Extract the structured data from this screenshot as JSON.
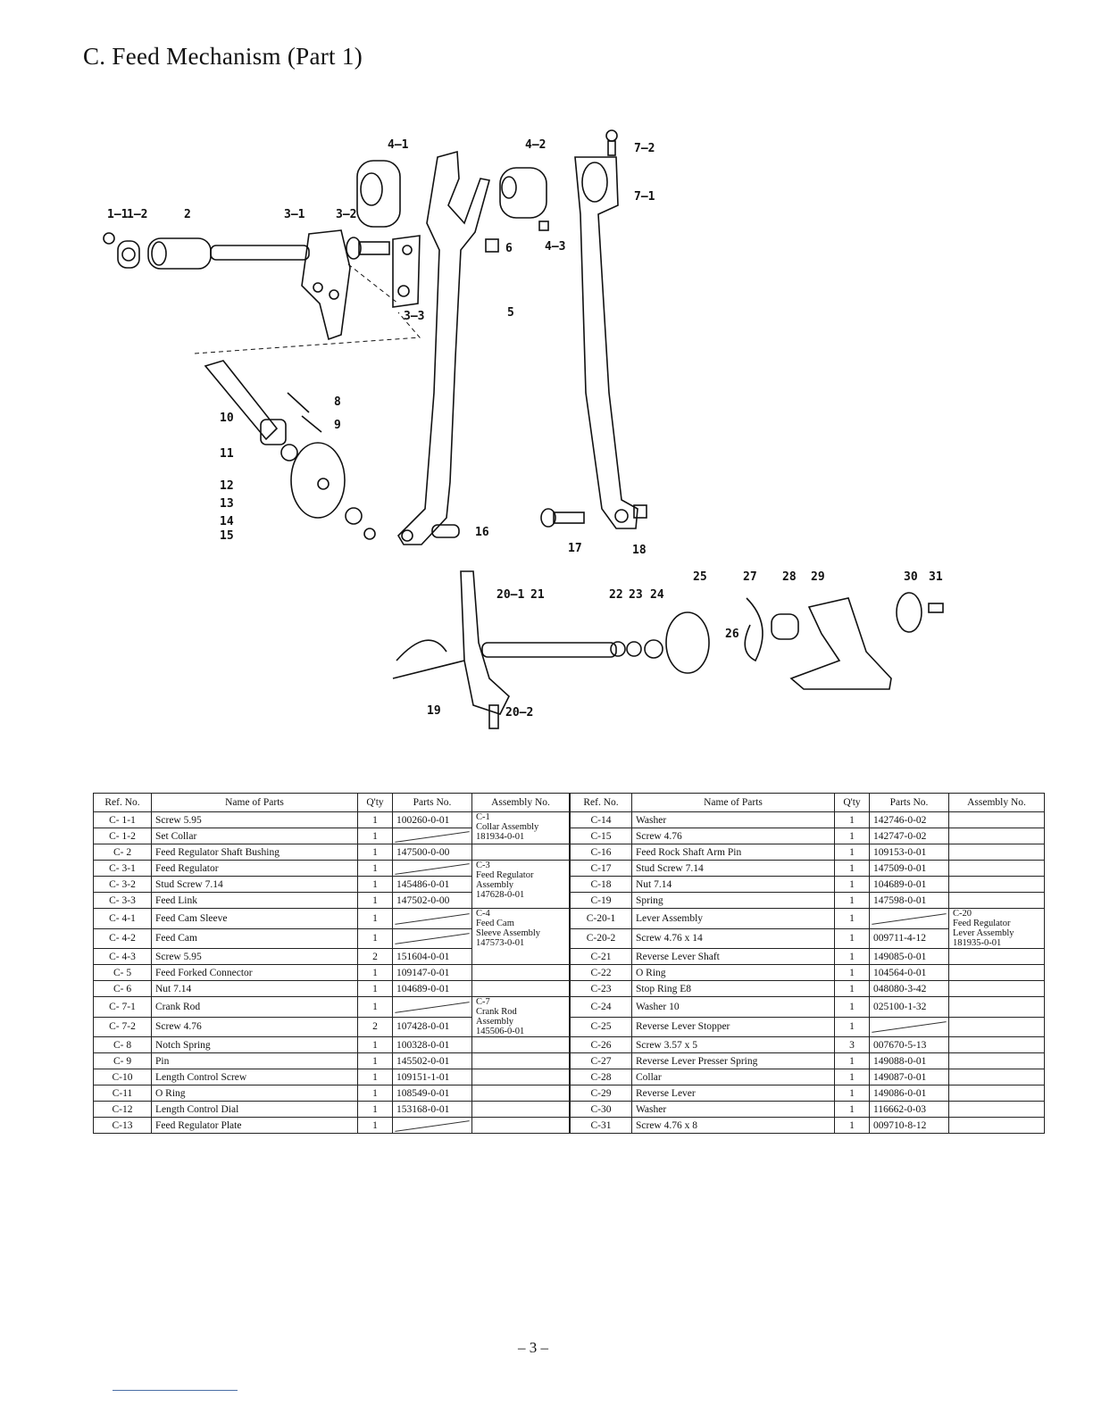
{
  "page": {
    "title": "C.  Feed Mechanism (Part 1)",
    "page_number": "– 3 –"
  },
  "diagram": {
    "labels": [
      "1-1",
      "1-2",
      "2",
      "3-1",
      "3-2",
      "3-3",
      "4-1",
      "4-2",
      "4-3",
      "5",
      "6",
      "7-1",
      "7-2",
      "8",
      "9",
      "10",
      "11",
      "12",
      "13",
      "14",
      "15",
      "16",
      "17",
      "18",
      "19",
      "20-1",
      "20-2",
      "21",
      "22",
      "23",
      "24",
      "25",
      "26",
      "27",
      "28",
      "29",
      "30",
      "31"
    ]
  },
  "table": {
    "headers": [
      "Ref. No.",
      "Name of Parts",
      "Q'ty",
      "Parts No.",
      "Assembly No.",
      "Ref. No.",
      "Name of Parts",
      "Q'ty",
      "Parts No.",
      "Assembly No."
    ],
    "left": [
      {
        "ref": "C- 1-1",
        "name": "Screw 5.95",
        "qty": "1",
        "parts": "100260-0-01"
      },
      {
        "ref": "C- 1-2",
        "name": "Set Collar",
        "qty": "1",
        "parts": ""
      },
      {
        "ref": "C- 2",
        "name": "Feed Regulator Shaft Bushing",
        "qty": "1",
        "parts": "147500-0-00"
      },
      {
        "ref": "C- 3-1",
        "name": "Feed Regulator",
        "qty": "1",
        "parts": ""
      },
      {
        "ref": "C- 3-2",
        "name": "Stud Screw 7.14",
        "qty": "1",
        "parts": "145486-0-01"
      },
      {
        "ref": "C- 3-3",
        "name": "Feed Link",
        "qty": "1",
        "parts": "147502-0-00"
      },
      {
        "ref": "C- 4-1",
        "name": "Feed Cam Sleeve",
        "qty": "1",
        "parts": ""
      },
      {
        "ref": "C- 4-2",
        "name": "Feed Cam",
        "qty": "1",
        "parts": ""
      },
      {
        "ref": "C- 4-3",
        "name": "Screw 5.95",
        "qty": "2",
        "parts": "151604-0-01"
      },
      {
        "ref": "C- 5",
        "name": "Feed Forked Connector",
        "qty": "1",
        "parts": "109147-0-01"
      },
      {
        "ref": "C- 6",
        "name": "Nut 7.14",
        "qty": "1",
        "parts": "104689-0-01"
      },
      {
        "ref": "C- 7-1",
        "name": "Crank Rod",
        "qty": "1",
        "parts": ""
      },
      {
        "ref": "C- 7-2",
        "name": "Screw 4.76",
        "qty": "2",
        "parts": "107428-0-01"
      },
      {
        "ref": "C- 8",
        "name": "Notch Spring",
        "qty": "1",
        "parts": "100328-0-01"
      },
      {
        "ref": "C- 9",
        "name": "Pin",
        "qty": "1",
        "parts": "145502-0-01"
      },
      {
        "ref": "C-10",
        "name": "Length Control Screw",
        "qty": "1",
        "parts": "109151-1-01"
      },
      {
        "ref": "C-11",
        "name": "O Ring",
        "qty": "1",
        "parts": "108549-0-01"
      },
      {
        "ref": "C-12",
        "name": "Length Control Dial",
        "qty": "1",
        "parts": "153168-0-01"
      },
      {
        "ref": "C-13",
        "name": "Feed Regulator Plate",
        "qty": "1",
        "parts": ""
      }
    ],
    "left_assemblies": [
      {
        "text": "C-1\nCollar Assembly\n181934-0-01"
      },
      {
        "text": "C-3\nFeed Regulator\nAssembly\n147628-0-01"
      },
      {
        "text": "C-4\nFeed Cam\nSleeve Assembly\n147573-0-01"
      },
      {
        "text": "C-7\nCrank Rod\nAssembly\n145506-0-01"
      }
    ],
    "right": [
      {
        "ref": "C-14",
        "name": "Washer",
        "qty": "1",
        "parts": "142746-0-02"
      },
      {
        "ref": "C-15",
        "name": "Screw 4.76",
        "qty": "1",
        "parts": "142747-0-02"
      },
      {
        "ref": "C-16",
        "name": "Feed Rock Shaft Arm Pin",
        "qty": "1",
        "parts": "109153-0-01"
      },
      {
        "ref": "C-17",
        "name": "Stud Screw 7.14",
        "qty": "1",
        "parts": "147509-0-01"
      },
      {
        "ref": "C-18",
        "name": "Nut 7.14",
        "qty": "1",
        "parts": "104689-0-01"
      },
      {
        "ref": "C-19",
        "name": "Spring",
        "qty": "1",
        "parts": "147598-0-01"
      },
      {
        "ref": "C-20-1",
        "name": "Lever Assembly",
        "qty": "1",
        "parts": ""
      },
      {
        "ref": "C-20-2",
        "name": "Screw 4.76 x 14",
        "qty": "1",
        "parts": "009711-4-12"
      },
      {
        "ref": "C-21",
        "name": "Reverse Lever Shaft",
        "qty": "1",
        "parts": "149085-0-01"
      },
      {
        "ref": "C-22",
        "name": "O Ring",
        "qty": "1",
        "parts": "104564-0-01"
      },
      {
        "ref": "C-23",
        "name": "Stop Ring E8",
        "qty": "1",
        "parts": "048080-3-42"
      },
      {
        "ref": "C-24",
        "name": "Washer 10",
        "qty": "1",
        "parts": "025100-1-32"
      },
      {
        "ref": "C-25",
        "name": "Reverse Lever Stopper",
        "qty": "1",
        "parts": ""
      },
      {
        "ref": "C-26",
        "name": "Screw 3.57 x 5",
        "qty": "3",
        "parts": "007670-5-13"
      },
      {
        "ref": "C-27",
        "name": "Reverse Lever Presser Spring",
        "qty": "1",
        "parts": "149088-0-01"
      },
      {
        "ref": "C-28",
        "name": "Collar",
        "qty": "1",
        "parts": "149087-0-01"
      },
      {
        "ref": "C-29",
        "name": "Reverse Lever",
        "qty": "1",
        "parts": "149086-0-01"
      },
      {
        "ref": "C-30",
        "name": "Washer",
        "qty": "1",
        "parts": "116662-0-03"
      },
      {
        "ref": "C-31",
        "name": "Screw 4.76 x 8",
        "qty": "1",
        "parts": "009710-8-12"
      }
    ],
    "right_assembly": {
      "text": "C-20\nFeed Regulator\nLever Assembly\n181935-0-01"
    }
  }
}
